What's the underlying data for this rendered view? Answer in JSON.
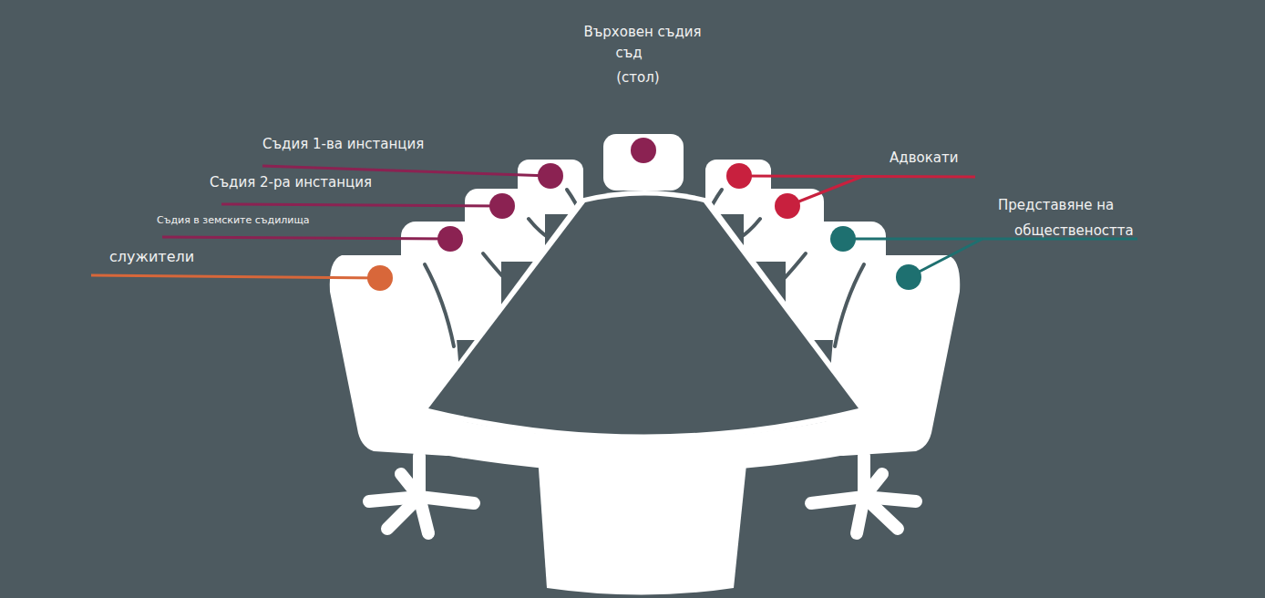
{
  "diagram": {
    "labels": [
      "Върховен съдия",
      "съд",
      "(стол)",
      "Съдия 1-ва инстанция",
      "Съдия 2-ра инстанция",
      "Съдия в земските съдилища",
      "служители",
      "Адвокати",
      "Представяне на обществеността"
    ]
  }
}
